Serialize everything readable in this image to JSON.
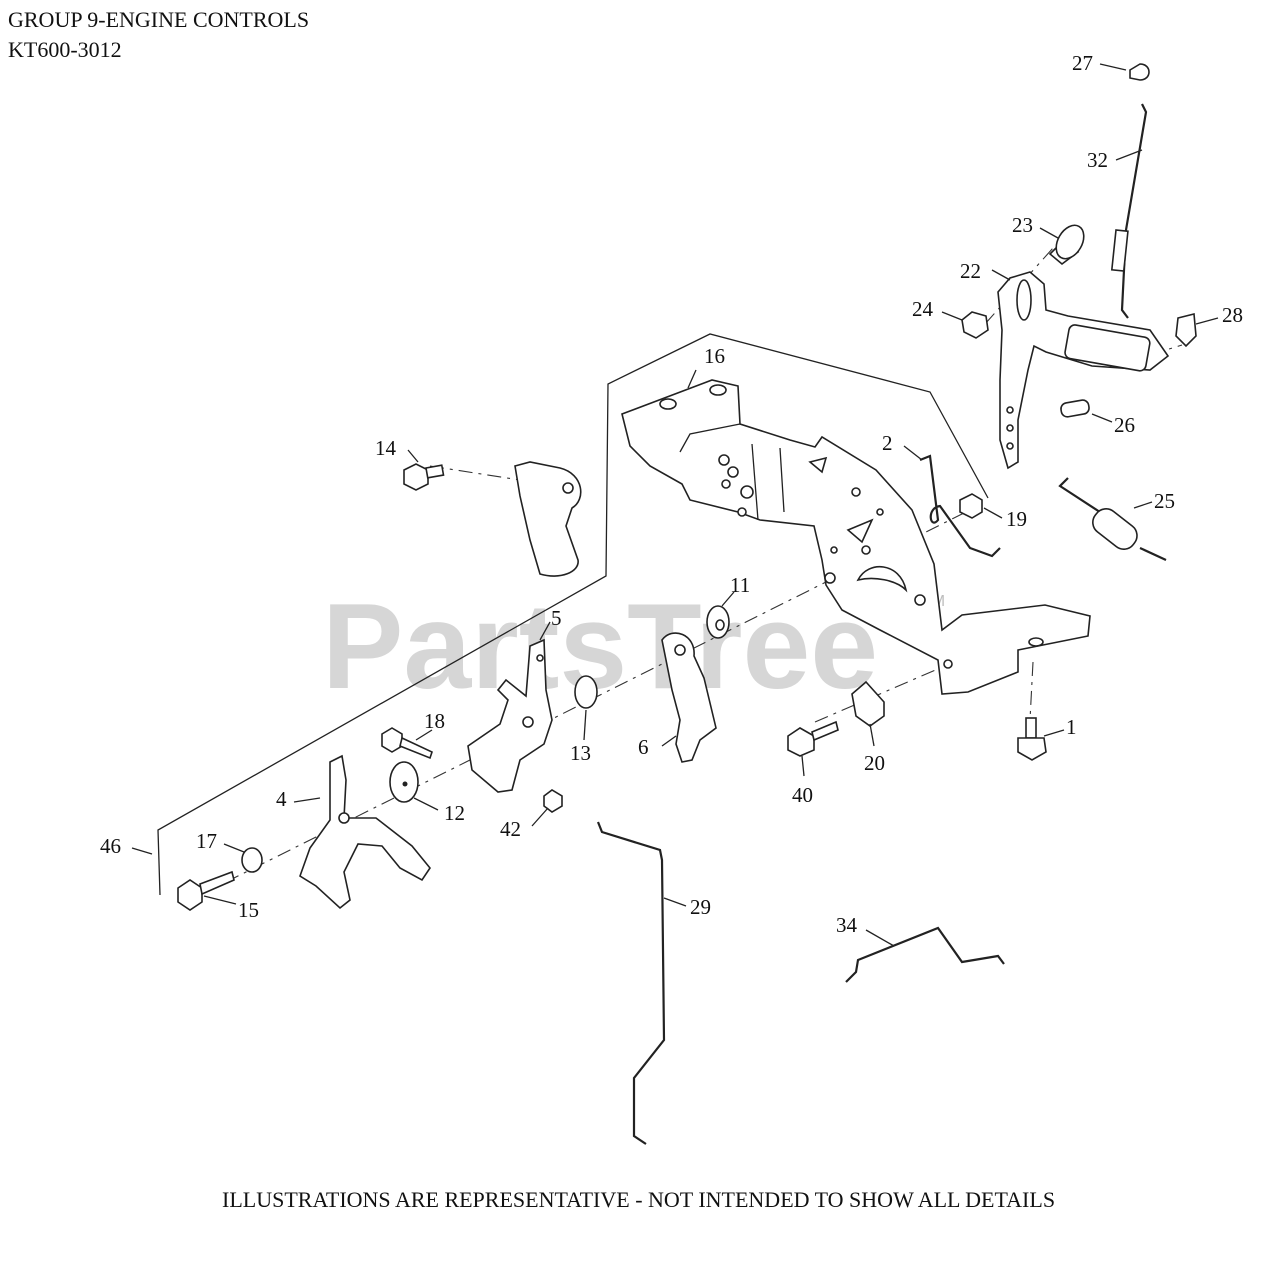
{
  "header": {
    "title": "GROUP 9-ENGINE CONTROLS",
    "model": "KT600-3012"
  },
  "footer": {
    "disclaimer": "ILLUSTRATIONS ARE REPRESENTATIVE - NOT INTENDED TO SHOW ALL DETAILS"
  },
  "watermark": {
    "text": "PartsTree",
    "mark": "TM"
  },
  "callouts": [
    "1",
    "2",
    "4",
    "5",
    "6",
    "11",
    "12",
    "13",
    "14",
    "15",
    "16",
    "17",
    "18",
    "19",
    "20",
    "22",
    "23",
    "24",
    "25",
    "26",
    "27",
    "28",
    "29",
    "32",
    "34",
    "40",
    "42",
    "46"
  ]
}
